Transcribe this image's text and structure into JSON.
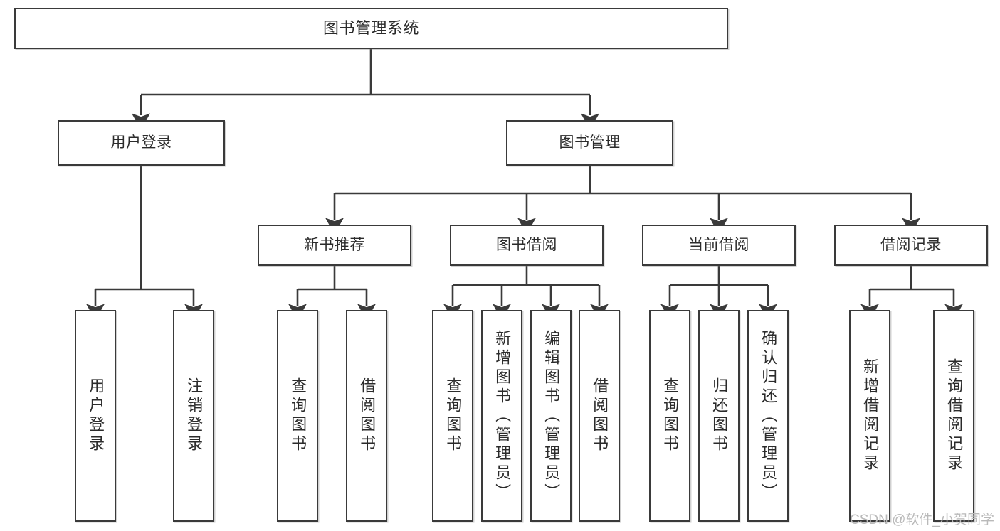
{
  "diagram": {
    "title": "图书管理系统",
    "type": "tree",
    "watermark": "CSDN @软件_小贺同学",
    "colors": {
      "box_border": "#3a3a3a",
      "box_fill": "#ffffff",
      "edge": "#3a3a3a",
      "text": "#2b2b2b",
      "watermark": "#b9b9b9"
    },
    "levels": {
      "root": {
        "label": "图书管理系统"
      },
      "level2": [
        {
          "label": "用户登录"
        },
        {
          "label": "图书管理"
        }
      ],
      "level3": [
        {
          "label": "新书推荐"
        },
        {
          "label": "图书借阅"
        },
        {
          "label": "当前借阅"
        },
        {
          "label": "借阅记录"
        }
      ],
      "leaves": {
        "user_login": [
          {
            "label": "用户登录"
          },
          {
            "label": "注销登录"
          }
        ],
        "new_book_recommend": [
          {
            "label": "查询图书"
          },
          {
            "label": "借阅图书"
          }
        ],
        "book_borrow": [
          {
            "label": "查询图书"
          },
          {
            "label": "新增图书（管理员）"
          },
          {
            "label": "编辑图书（管理员）"
          },
          {
            "label": "借阅图书"
          }
        ],
        "current_borrow": [
          {
            "label": "查询图书"
          },
          {
            "label": "归还图书"
          },
          {
            "label": "确认归还（管理员）"
          }
        ],
        "borrow_record": [
          {
            "label": "新增借阅记录"
          },
          {
            "label": "查询借阅记录"
          }
        ]
      }
    }
  }
}
